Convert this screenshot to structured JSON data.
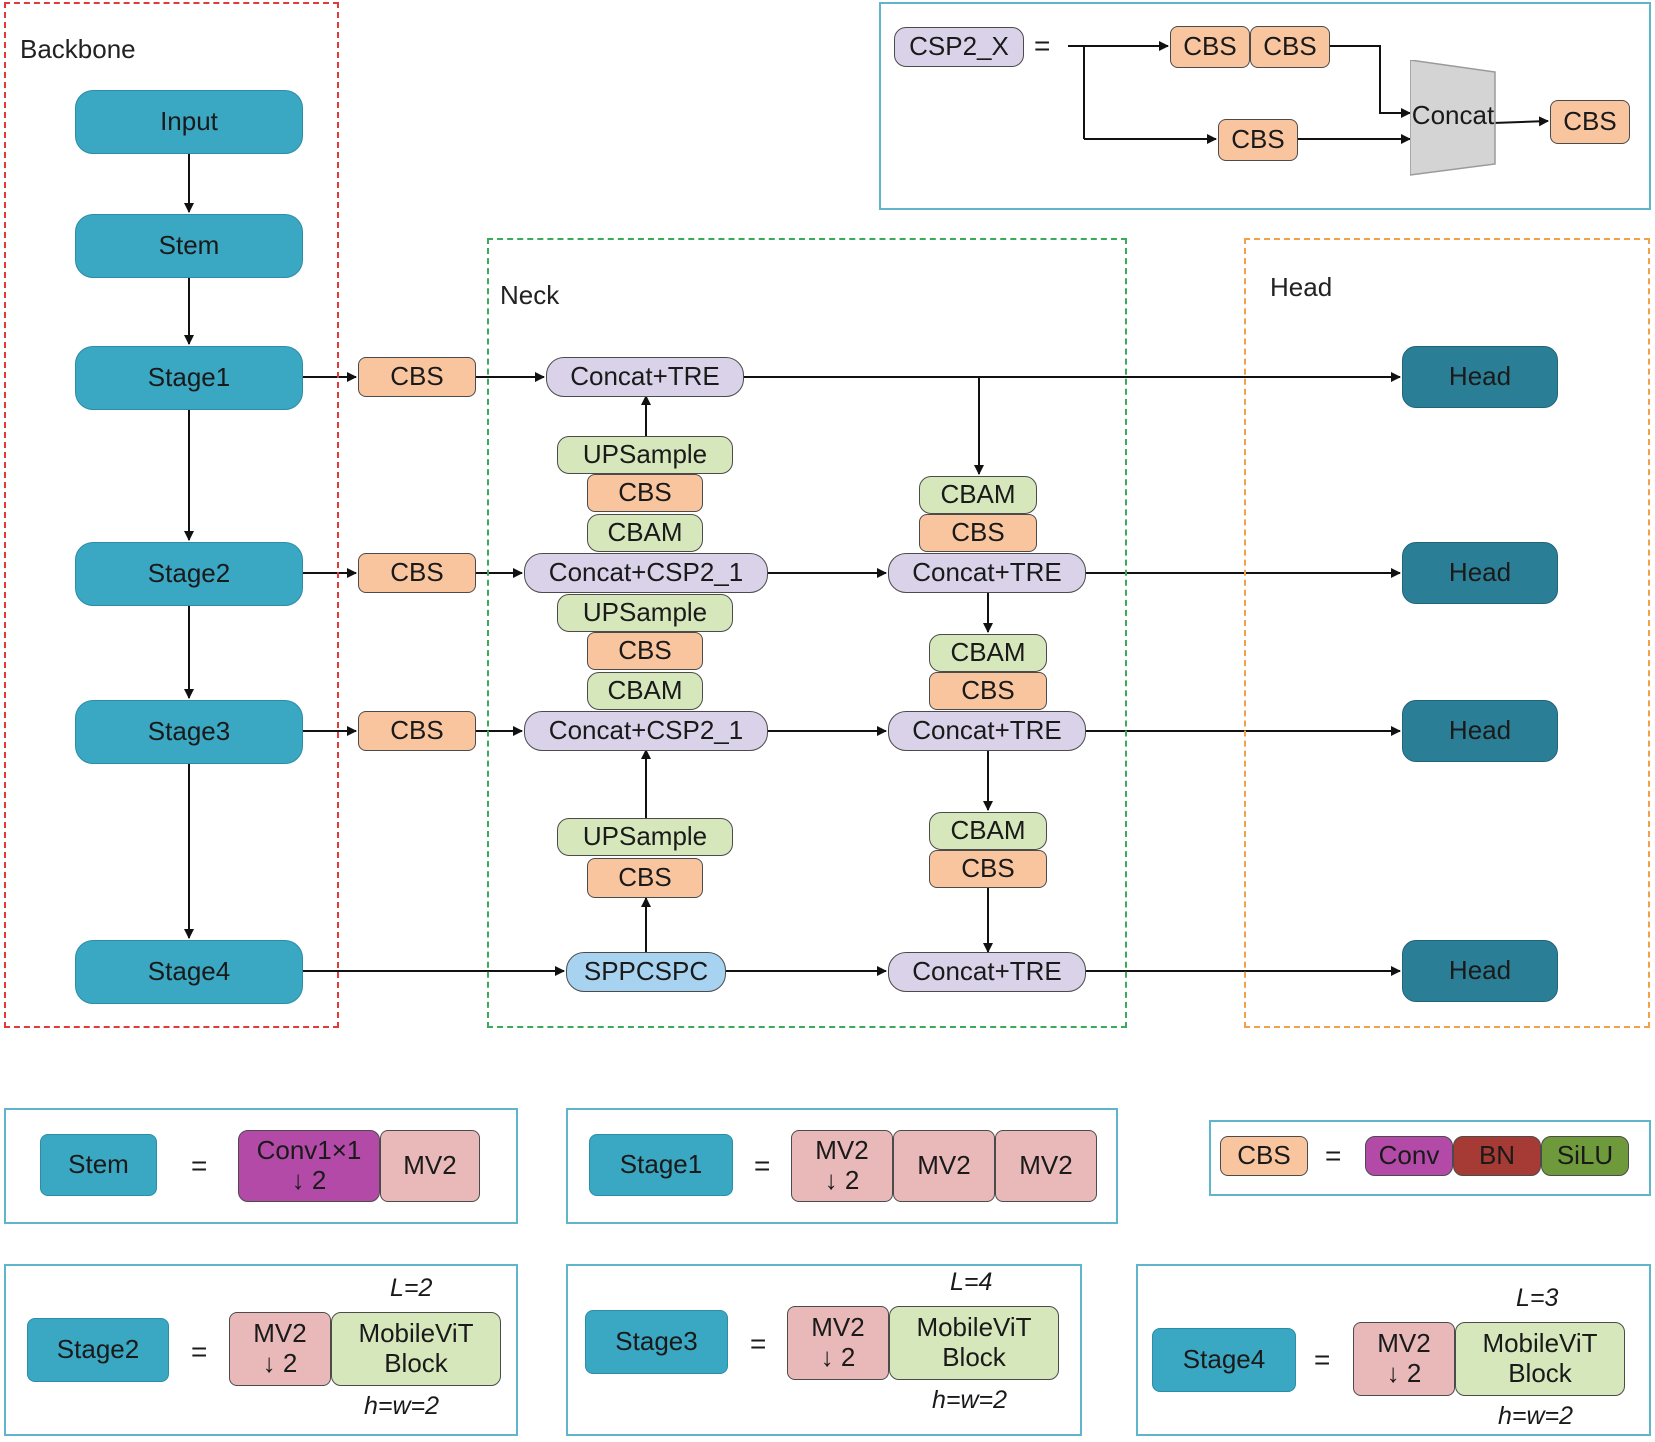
{
  "regions": {
    "backbone": "Backbone",
    "neck": "Neck",
    "head": "Head"
  },
  "backbone": {
    "input": "Input",
    "stem": "Stem",
    "stage1": "Stage1",
    "stage2": "Stage2",
    "stage3": "Stage3",
    "stage4": "Stage4"
  },
  "lateral": {
    "cbs": "CBS"
  },
  "neck": {
    "concat_tre": "Concat+TRE",
    "concat_csp": "Concat+CSP2_1",
    "upsample": "UPSample",
    "cbs": "CBS",
    "cbam": "CBAM",
    "sppcspc": "SPPCSPC"
  },
  "heads": {
    "label": "Head"
  },
  "csp_def": {
    "name": "CSP2_X",
    "eq": "=",
    "cbs": "CBS",
    "concat": "Concat"
  },
  "defs": {
    "eq": "=",
    "stem": {
      "name": "Stem",
      "b1_line1": "Conv1×1",
      "b1_line2": "↓ 2",
      "b2": "MV2"
    },
    "stage1": {
      "name": "Stage1",
      "b1_line1": "MV2",
      "b1_line2": "↓ 2",
      "b2": "MV2",
      "b3": "MV2"
    },
    "cbs": {
      "name": "CBS",
      "conv": "Conv",
      "bn": "BN",
      "silu": "SiLU"
    },
    "stage2": {
      "name": "Stage2",
      "b1_line1": "MV2",
      "b1_line2": "↓ 2",
      "b2_line1": "MobileViT",
      "b2_line2": "Block",
      "l": "L=2",
      "hw": "h=w=2"
    },
    "stage3": {
      "name": "Stage3",
      "b1_line1": "MV2",
      "b1_line2": "↓ 2",
      "b2_line1": "MobileViT",
      "b2_line2": "Block",
      "l": "L=4",
      "hw": "h=w=2"
    },
    "stage4": {
      "name": "Stage4",
      "b1_line1": "MV2",
      "b1_line2": "↓ 2",
      "b2_line1": "MobileViT",
      "b2_line2": "Block",
      "l": "L=3",
      "hw": "h=w=2"
    }
  },
  "colors": {
    "backbone_border": "#e03a3a",
    "neck_border": "#3aab5a",
    "head_border": "#f2a14a",
    "def_border": "#5fb6cc",
    "teal": "#3aa7c3",
    "dark_teal": "#2a7f96",
    "orange": "#f9c59f",
    "green": "#d6e7bc",
    "purple": "#d9d2e9"
  }
}
